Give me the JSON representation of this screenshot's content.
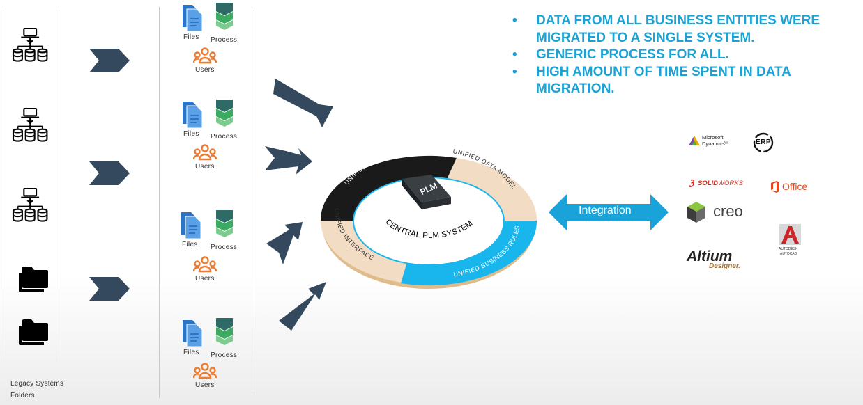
{
  "legacy": {
    "labels": [
      "Legacy Systems",
      "Folders"
    ]
  },
  "groups": [
    {
      "files": "Files",
      "process": "Process",
      "users": "Users"
    },
    {
      "files": "Files",
      "process": "Process",
      "users": "Users"
    },
    {
      "files": "Files",
      "process": "Process",
      "users": "Users"
    },
    {
      "files": "Files",
      "process": "Process",
      "users": "Users"
    }
  ],
  "bullets": [
    "DATA FROM ALL BUSINESS ENTITIES WERE MIGRATED TO A SINGLE SYSTEM.",
    "GENERIC PROCESS FOR ALL.",
    "HIGH AMOUNT OF TIME SPENT IN DATA MIGRATION."
  ],
  "ring": {
    "segments": [
      "UNIFIED PROCESS",
      "UNIFIED DATA MODEL",
      "UNIFIED BUSINESS RULES",
      "UNIFIED INTERFACE"
    ],
    "center_label": "CENTRAL PLM SYSTEM",
    "chip_label": "PLM"
  },
  "integration": {
    "label": "Integration"
  },
  "logos": {
    "microsoft_line1": "Microsoft",
    "microsoft_line2": "Dynamics",
    "microsoft_suffix": "AX",
    "erp": "ERP",
    "solidworks_prefix": "SOLID",
    "solidworks_suffix": "WORKS",
    "office": "Office",
    "creo": "creo",
    "altium_line1": "Altium",
    "altium_line2": "Designer.",
    "autocad_line1": "AUTODESK",
    "autocad_line2": "AUTOCAD"
  },
  "colors": {
    "accent_blue": "#1ba3d6",
    "chevron": "#34495e",
    "ring_black": "#1a1a1a",
    "ring_beige": "#f3dcc4",
    "ring_blue": "#19b6ee",
    "users_orange": "#ee7b30",
    "files_blue": "#2e74c4",
    "process_green": "#3daa62",
    "process_dark": "#2f6b66"
  }
}
